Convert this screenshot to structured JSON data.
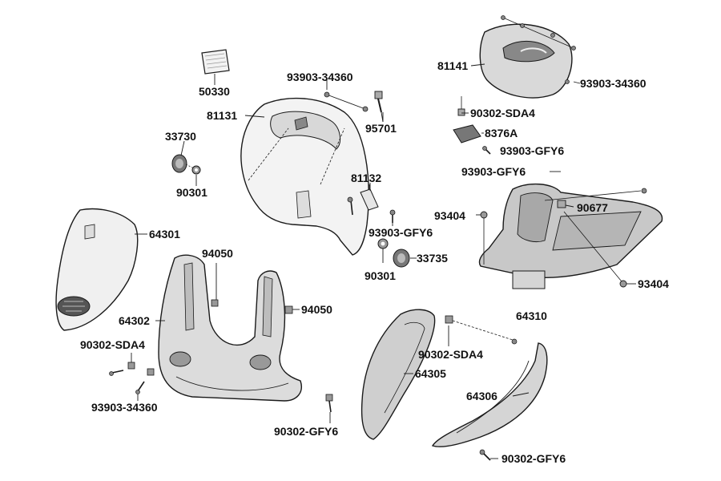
{
  "parts": {
    "p50330": "50330",
    "p93903_34360_top": "93903-34360",
    "p81131": "81131",
    "p95701": "95701",
    "p33730": "33730",
    "p90301_left": "90301",
    "p81132": "81132",
    "p93903_gfy6_mid": "93903-GFY6",
    "p90301_mid": "90301",
    "p33735": "33735",
    "p81141": "81141",
    "p93903_34360_right": "93903-34360",
    "p90302_sda4_top": "90302-SDA4",
    "p8376A": "8376A",
    "p93903_gfy6_r1": "93903-GFY6",
    "p93903_gfy6_r2": "93903-GFY6",
    "p90677": "90677",
    "p93404_left": "93404",
    "p93404_right": "93404",
    "p64310": "64310",
    "p64301": "64301",
    "p94050_top": "94050",
    "p94050_mid": "94050",
    "p64302": "64302",
    "p90302_sda4_left": "90302-SDA4",
    "p93903_34360_bottom": "93903-34360",
    "p90302_gfy6_bottom": "90302-GFY6",
    "p90302_sda4_mid": "90302-SDA4",
    "p64305": "64305",
    "p64306": "64306",
    "p90302_gfy6_right": "90302-GFY6"
  },
  "colors": {
    "stroke": "#1a1a1a",
    "fill_light": "#f2f2f2",
    "fill_mid": "#c8c8c8",
    "fill_dark": "#7a7a7a",
    "label": "#111111"
  }
}
